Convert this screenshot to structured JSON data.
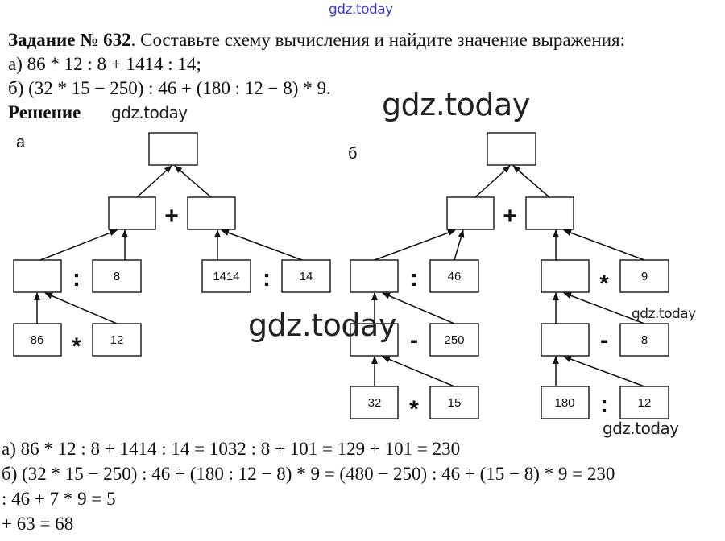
{
  "watermark": "gdz.today",
  "task": {
    "title": "Задание № 632",
    "text": ". Составьте схему вычисления и найдите значение выражения:",
    "a": "а) 86 * 12 : 8 + 1414 : 14;",
    "b": "б) (32 * 15 − 250) : 46 + (180 : 12 − 8) * 9."
  },
  "solution_label": "Решение",
  "diagram_a": {
    "label": "а",
    "ops": {
      "plus": "+",
      "div1": ":",
      "div2": ":",
      "mul": "*"
    },
    "boxes": {
      "top": "",
      "l2_left": "",
      "l2_right": "",
      "l3_left": "",
      "l3_8": "8",
      "l3_1414": "1414",
      "l3_14": "14",
      "l4_86": "86",
      "l4_12": "12"
    }
  },
  "diagram_b": {
    "label": "б",
    "ops": {
      "plus": "+",
      "div": ":",
      "mul": "*",
      "minus1": "-",
      "minus2": "-",
      "mul2": "*",
      "div2": ":"
    },
    "boxes": {
      "top": "",
      "l2_left": "",
      "l2_right": "",
      "l3_left": "",
      "l3_46": "46",
      "l3_right": "",
      "l3_9": "9",
      "l4_left": "",
      "l4_250": "250",
      "l4_right": "",
      "l4_8": "8",
      "l5_32": "32",
      "l5_15": "15",
      "l5_180": "180",
      "l5_12": "12"
    }
  },
  "answers": [
    "а) 86 * 12 : 8 + 1414 : 14 = 1032 : 8 + 101 = 129 + 101 = 230",
    "б) (32 * 15 − 250) : 46 + (180 : 12 − 8) * 9 = (480 − 250) : 46 + (15 − 8) * 9 = 230",
    ": 46 + 7 * 9 = 5",
    "+ 63 = 68"
  ]
}
